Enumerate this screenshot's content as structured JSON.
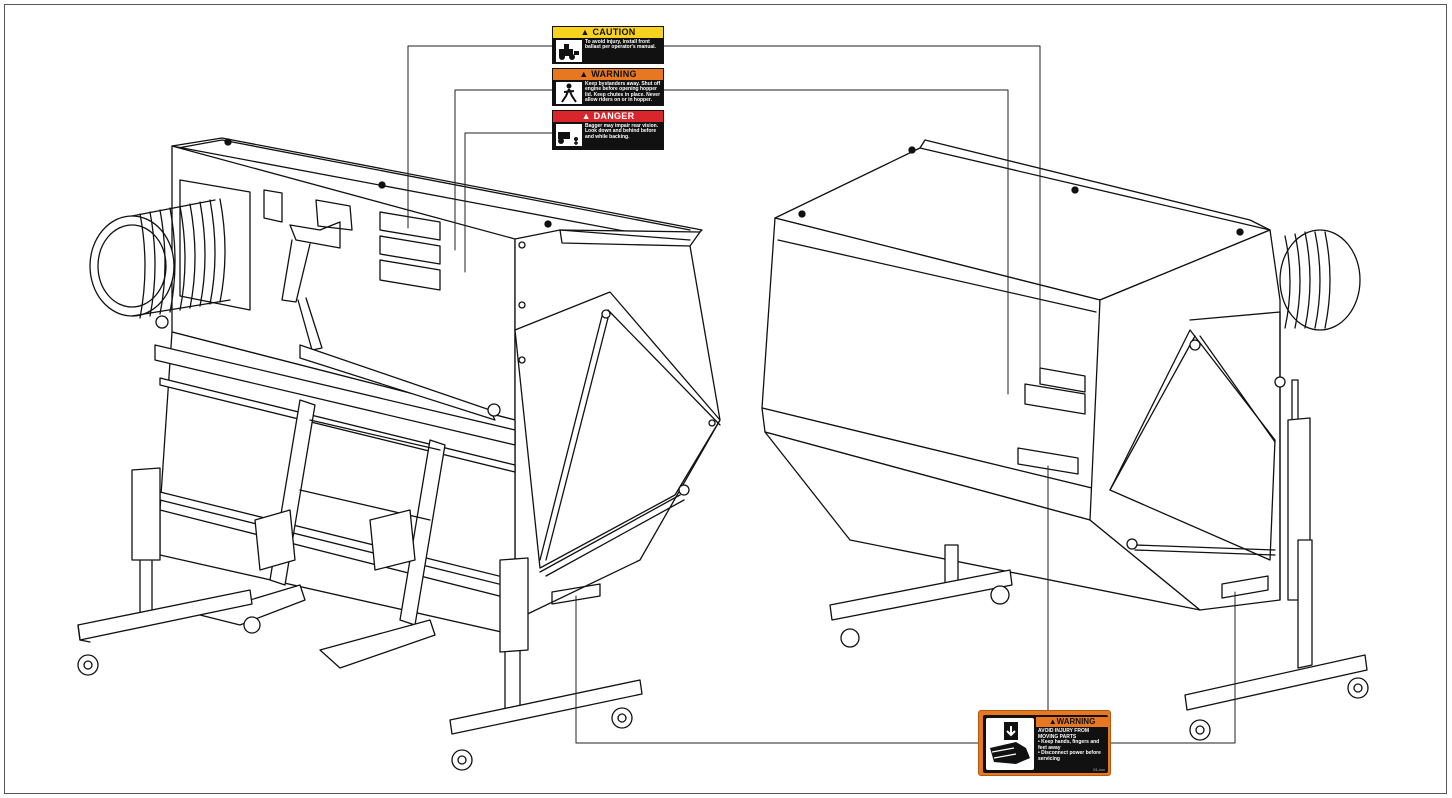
{
  "decals": {
    "caution": {
      "header": "CAUTION",
      "text": "To avoid injury, install front ballast per operator's manual.",
      "color": "#f7d21e",
      "icon": "tractor-ballast-icon"
    },
    "warning_top": {
      "header": "WARNING",
      "text": "Keep bystanders away. Shut off engine before opening hopper lid. Keep chutes in place. Never allow riders on or in hopper.",
      "color": "#e87722",
      "icon": "bystander-hazard-icon"
    },
    "danger": {
      "header": "DANGER",
      "text": "Bagger may impair rear vision. Look down and behind before and while backing.",
      "color": "#d8262c",
      "icon": "backing-hazard-icon"
    },
    "warning_bottom": {
      "header": "WARNING",
      "title": "AVOID INJURY FROM MOVING PARTS",
      "line1": "• Keep hands, fingers and feet away",
      "line2": "• Disconnect power before servicing",
      "code": "01-xxx",
      "color": "#e87722",
      "icon": "hand-crush-icon"
    }
  }
}
